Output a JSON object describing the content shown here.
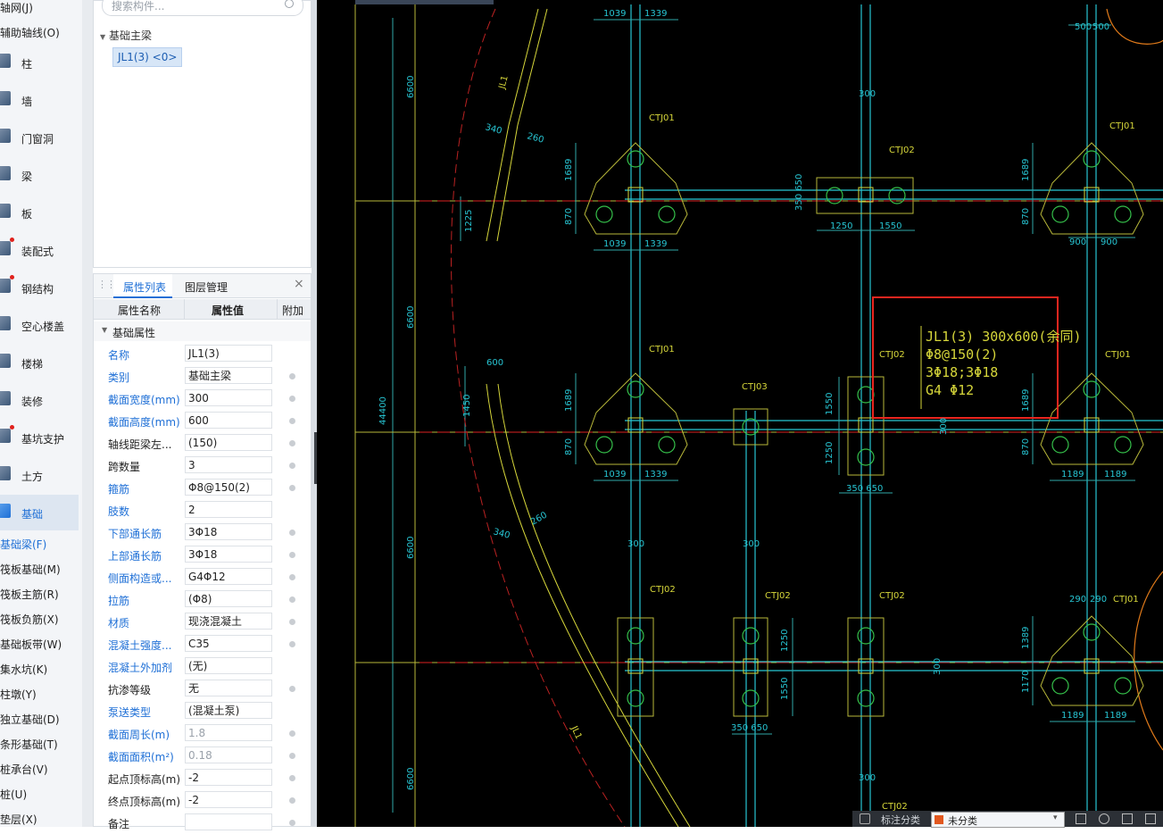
{
  "left_nav": {
    "top_items": [
      "轴网(J)",
      "辅助轴线(O)"
    ],
    "items": [
      {
        "label": "柱",
        "icon": "column-icon",
        "dot": false
      },
      {
        "label": "墙",
        "icon": "wall-icon",
        "dot": false
      },
      {
        "label": "门窗洞",
        "icon": "door-window-icon",
        "dot": false
      },
      {
        "label": "梁",
        "icon": "beam-icon",
        "dot": false
      },
      {
        "label": "板",
        "icon": "slab-icon",
        "dot": false
      },
      {
        "label": "装配式",
        "icon": "prefab-icon",
        "dot": true
      },
      {
        "label": "钢结构",
        "icon": "steel-icon",
        "dot": true
      },
      {
        "label": "空心楼盖",
        "icon": "hollow-floor-icon",
        "dot": false
      },
      {
        "label": "楼梯",
        "icon": "stair-icon",
        "dot": false
      },
      {
        "label": "装修",
        "icon": "decoration-icon",
        "dot": false
      },
      {
        "label": "基坑支护",
        "icon": "pit-support-icon",
        "dot": true
      },
      {
        "label": "土方",
        "icon": "earthwork-icon",
        "dot": false
      },
      {
        "label": "基础",
        "icon": "foundation-icon",
        "dot": false,
        "active": true
      }
    ],
    "sub_items": [
      {
        "label": "基础梁(F)",
        "active": true
      },
      {
        "label": "筏板基础(M)"
      },
      {
        "label": "筏板主筋(R)"
      },
      {
        "label": "筏板负筋(X)"
      },
      {
        "label": "基础板带(W)"
      },
      {
        "label": "集水坑(K)"
      },
      {
        "label": "柱墩(Y)"
      },
      {
        "label": "独立基础(D)"
      },
      {
        "label": "条形基础(T)"
      },
      {
        "label": "桩承台(V)"
      },
      {
        "label": "桩(U)"
      },
      {
        "label": "垫层(X)"
      }
    ]
  },
  "tree": {
    "search_placeholder": "搜索构件...",
    "group": "基础主梁",
    "selected": "JL1(3) <0>"
  },
  "props": {
    "tabs": [
      "属性列表",
      "图层管理"
    ],
    "close": "×",
    "columns": [
      "属性名称",
      "属性值",
      "附加"
    ],
    "group": "基础属性",
    "rows": [
      {
        "name": "名称",
        "value": "JL1(3)",
        "blue": true,
        "dot": false
      },
      {
        "name": "类别",
        "value": "基础主梁",
        "blue": true,
        "dot": true
      },
      {
        "name": "截面宽度(mm)",
        "value": "300",
        "blue": true,
        "dot": true
      },
      {
        "name": "截面高度(mm)",
        "value": "600",
        "blue": true,
        "dot": true
      },
      {
        "name": "轴线距梁左...",
        "value": "(150)",
        "blue": false,
        "dot": true
      },
      {
        "name": "跨数量",
        "value": "3",
        "blue": false,
        "dot": true
      },
      {
        "name": "箍筋",
        "value": "Φ8@150(2)",
        "blue": true,
        "dot": true
      },
      {
        "name": "肢数",
        "value": "2",
        "blue": true,
        "dot": false
      },
      {
        "name": "下部通长筋",
        "value": "3Φ18",
        "blue": true,
        "dot": true
      },
      {
        "name": "上部通长筋",
        "value": "3Φ18",
        "blue": true,
        "dot": true
      },
      {
        "name": "侧面构造或...",
        "value": "G4Φ12",
        "blue": true,
        "dot": true
      },
      {
        "name": "拉筋",
        "value": "(Φ8)",
        "blue": true,
        "dot": true
      },
      {
        "name": "材质",
        "value": "现浇混凝土",
        "blue": true,
        "dot": true
      },
      {
        "name": "混凝土强度...",
        "value": "C35",
        "blue": true,
        "dot": true
      },
      {
        "name": "混凝土外加剂",
        "value": "(无)",
        "blue": true,
        "dot": false
      },
      {
        "name": "抗渗等级",
        "value": "无",
        "blue": false,
        "dot": true
      },
      {
        "name": "泵送类型",
        "value": "(混凝土泵)",
        "blue": true,
        "dot": false
      },
      {
        "name": "截面周长(m)",
        "value": "1.8",
        "blue": true,
        "dot": true,
        "grey": true
      },
      {
        "name": "截面面积(m²)",
        "value": "0.18",
        "blue": true,
        "dot": true,
        "grey": true
      },
      {
        "name": "起点顶标高(m)",
        "value": "-2",
        "blue": false,
        "dot": true
      },
      {
        "name": "终点顶标高(m)",
        "value": "-2",
        "blue": false,
        "dot": true
      },
      {
        "name": "备注",
        "value": "",
        "blue": false,
        "dot": true
      }
    ]
  },
  "cad": {
    "annotation": [
      "JL1(3) 300x600(余同)",
      "Φ8@150(2)",
      "3Φ18;3Φ18",
      "G4 Φ12"
    ],
    "labels": {
      "ctj01": "CTJ01",
      "ctj02": "CTJ02",
      "ctj03": "CTJ03",
      "jl1": "JL1",
      "jl1_alt": "JL1"
    },
    "dims": {
      "d6600": "6600",
      "d44400": "44400",
      "d1039": "1039",
      "d1339": "1339",
      "d1689": "1689",
      "d870": "870",
      "d1225": "1225",
      "d1450": "1450",
      "d340": "340",
      "d260": "260",
      "d600": "600",
      "d300": "300",
      "d350": "350",
      "d650": "650",
      "d1250": "1250",
      "d1550": "1550",
      "d900": "900",
      "d500": "500",
      "d1189": "1189",
      "d290": "290",
      "d1389": "1389",
      "d1170": "1170",
      "d350_650": "350 650"
    },
    "status": {
      "label1": "标注分类",
      "label2": "未分类"
    }
  }
}
